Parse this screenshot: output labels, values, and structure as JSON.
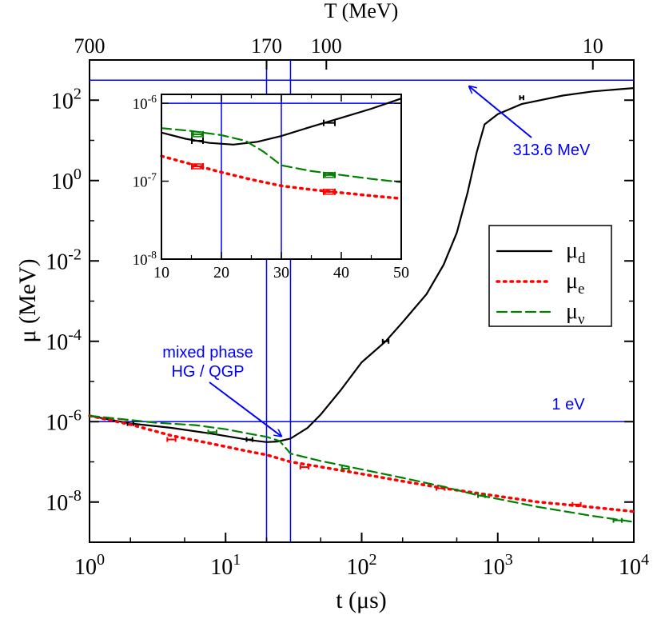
{
  "chart_data": [
    {
      "type": "line",
      "xlabel": "t (μs)",
      "ylabel": "μ (MeV)",
      "top_axis_label": "T (MeV)",
      "x_scale": "log",
      "y_scale": "log",
      "xlim": [
        1,
        10000
      ],
      "ylim": [
        1e-09,
        1000
      ],
      "grid": false,
      "legend_position": "right-middle",
      "x_ticks": [
        {
          "v": 1,
          "b": "10",
          "e": "0"
        },
        {
          "v": 10,
          "b": "10",
          "e": "1"
        },
        {
          "v": 100,
          "b": "10",
          "e": "2"
        },
        {
          "v": 1000,
          "b": "10",
          "e": "3"
        },
        {
          "v": 10000,
          "b": "10",
          "e": "4"
        }
      ],
      "y_ticks": [
        {
          "v": 1e-08,
          "b": "10",
          "e": "-8"
        },
        {
          "v": 1e-06,
          "b": "10",
          "e": "-6"
        },
        {
          "v": 0.0001,
          "b": "10",
          "e": "-4"
        },
        {
          "v": 0.01,
          "b": "10",
          "e": "-2"
        },
        {
          "v": 1,
          "b": "10",
          "e": "0"
        },
        {
          "v": 100,
          "b": "10",
          "e": "2"
        }
      ],
      "top_ticks": [
        {
          "label": "700",
          "t": 1
        },
        {
          "label": "170",
          "t": 20
        },
        {
          "label": "100",
          "t": 55
        },
        {
          "label": "10",
          "t": 5000
        }
      ],
      "reference_lines": [
        {
          "orientation": "horizontal",
          "value": 313.6,
          "label": "313.6 MeV"
        },
        {
          "orientation": "horizontal",
          "value": 1e-06,
          "label": "1 eV"
        },
        {
          "orientation": "vertical",
          "value": 20
        },
        {
          "orientation": "vertical",
          "value": 30
        }
      ],
      "annotations": [
        {
          "text_lines": [
            "mixed phase",
            "HG / QGP"
          ],
          "points_to": {
            "x": 25,
            "y": 3.3e-07
          }
        },
        {
          "text_lines": [
            "313.6 MeV"
          ],
          "points_to": {
            "x": 300,
            "y": 300
          }
        },
        {
          "text_lines": [
            "1 eV"
          ]
        }
      ],
      "series": [
        {
          "name": "μd",
          "legend_base": "μ",
          "legend_sub": "d",
          "color": "#000000",
          "style": "solid",
          "points": [
            [
              1,
              1.4e-06
            ],
            [
              2,
              9e-07
            ],
            [
              4,
              7e-07
            ],
            [
              8,
              5e-07
            ],
            [
              15,
              3.5e-07
            ],
            [
              20,
              3.1e-07
            ],
            [
              24,
              3.2e-07
            ],
            [
              30,
              3.8e-07
            ],
            [
              40,
              7e-07
            ],
            [
              50,
              1.5e-06
            ],
            [
              70,
              6e-06
            ],
            [
              100,
              3e-05
            ],
            [
              150,
              0.0001
            ],
            [
              200,
              0.0003
            ],
            [
              300,
              0.0015
            ],
            [
              400,
              0.008
            ],
            [
              500,
              0.05
            ],
            [
              600,
              0.5
            ],
            [
              700,
              5
            ],
            [
              800,
              25
            ],
            [
              1000,
              45
            ],
            [
              1500,
              80
            ],
            [
              3000,
              130
            ],
            [
              5000,
              165
            ],
            [
              10000,
              200
            ]
          ],
          "error_bars": [
            [
              2,
              9e-07,
              0.05
            ],
            [
              15,
              3.6e-07,
              0.05
            ],
            [
              150,
              0.0001,
              0.05
            ],
            [
              1500,
              115,
              0.03
            ]
          ]
        },
        {
          "name": "μe",
          "legend_base": "μ",
          "legend_sub": "e",
          "color": "#ff0000",
          "style": "dotted",
          "points": [
            [
              1,
              1.4e-06
            ],
            [
              2,
              8.5e-07
            ],
            [
              4,
              4.5e-07
            ],
            [
              8,
              2.8e-07
            ],
            [
              15,
              1.8e-07
            ],
            [
              20,
              1.5e-07
            ],
            [
              30,
              1e-07
            ],
            [
              50,
              7.5e-08
            ],
            [
              100,
              5e-08
            ],
            [
              200,
              3.3e-08
            ],
            [
              400,
              2.2e-08
            ],
            [
              1000,
              1.4e-08
            ],
            [
              2000,
              1e-08
            ],
            [
              4000,
              8e-09
            ],
            [
              10000,
              5.8e-09
            ]
          ],
          "error_bars": [
            [
              4,
              3.6e-07,
              0.07
            ],
            [
              38,
              7.4e-08,
              0.07
            ],
            [
              380,
              2.2e-08,
              0.07
            ],
            [
              3800,
              8.7e-09,
              0.07
            ]
          ]
        },
        {
          "name": "μν",
          "legend_base": "μ",
          "legend_sub": "ν",
          "color": "#008000",
          "style": "dashed",
          "points": [
            [
              1,
              1.4e-06
            ],
            [
              3,
              9.5e-07
            ],
            [
              6,
              8.2e-07
            ],
            [
              10,
              6.5e-07
            ],
            [
              15,
              5e-07
            ],
            [
              20,
              4.2e-07
            ],
            [
              25,
              3.3e-07
            ],
            [
              30,
              1.6e-07
            ],
            [
              50,
              1.05e-07
            ],
            [
              100,
              6.5e-08
            ],
            [
              200,
              4e-08
            ],
            [
              400,
              2.4e-08
            ],
            [
              700,
              1.5e-08
            ],
            [
              1000,
              1.2e-08
            ],
            [
              2000,
              7.5e-09
            ],
            [
              5000,
              4.5e-09
            ],
            [
              10000,
              3.2e-09
            ]
          ],
          "error_bars": [
            [
              8,
              5.5e-07,
              0.07
            ],
            [
              76,
              6.8e-08,
              0.06
            ],
            [
              760,
              1.45e-08,
              0.06
            ],
            [
              7600,
              3.5e-09,
              0.07
            ]
          ]
        }
      ]
    },
    {
      "type": "line",
      "role": "inset",
      "x_scale": "linear",
      "y_scale": "log",
      "xlim": [
        10,
        50
      ],
      "ylim": [
        1e-08,
        1.3e-06
      ],
      "x_ticks": [
        10,
        20,
        30,
        40,
        50
      ],
      "y_ticks": [
        {
          "v": 1e-08,
          "b": "10",
          "e": "-8"
        },
        {
          "v": 1e-07,
          "b": "10",
          "e": "-7"
        },
        {
          "v": 1e-06,
          "b": "10",
          "e": "-6"
        }
      ],
      "reference_lines": [
        {
          "orientation": "horizontal",
          "value": 1e-06
        },
        {
          "orientation": "vertical",
          "value": 20
        },
        {
          "orientation": "vertical",
          "value": 30
        }
      ],
      "series": [
        {
          "name": "μd",
          "color": "#000000",
          "style": "solid",
          "points": [
            [
              10,
              4.2e-07
            ],
            [
              14,
              3.5e-07
            ],
            [
              18,
              3.1e-07
            ],
            [
              22,
              2.95e-07
            ],
            [
              26,
              3.2e-07
            ],
            [
              30,
              3.8e-07
            ],
            [
              35,
              5e-07
            ],
            [
              40,
              6.5e-07
            ],
            [
              45,
              8.5e-07
            ],
            [
              50,
              1.15e-06
            ]
          ],
          "error_bars": [
            [
              16,
              3.3e-07,
              0.06
            ],
            [
              38,
              5.6e-07,
              0.06
            ]
          ]
        },
        {
          "name": "μe",
          "color": "#ff0000",
          "style": "dotted",
          "points": [
            [
              10,
              2.1e-07
            ],
            [
              15,
              1.65e-07
            ],
            [
              20,
              1.3e-07
            ],
            [
              25,
              1.05e-07
            ],
            [
              30,
              8.7e-08
            ],
            [
              35,
              7.8e-08
            ],
            [
              40,
              7.1e-08
            ],
            [
              45,
              6.5e-08
            ],
            [
              50,
              6e-08
            ]
          ],
          "error_bars": [
            [
              16,
              1.55e-07,
              0.06
            ],
            [
              38,
              7.3e-08,
              0.06
            ]
          ]
        },
        {
          "name": "μν",
          "color": "#008000",
          "style": "dashed",
          "points": [
            [
              10,
              4.8e-07
            ],
            [
              15,
              4.4e-07
            ],
            [
              20,
              3.9e-07
            ],
            [
              24,
              3.3e-07
            ],
            [
              27,
              2.4e-07
            ],
            [
              30,
              1.6e-07
            ],
            [
              35,
              1.35e-07
            ],
            [
              40,
              1.2e-07
            ],
            [
              45,
              1.07e-07
            ],
            [
              50,
              9.7e-08
            ]
          ],
          "error_bars": [
            [
              16,
              4e-07,
              0.06
            ],
            [
              38,
              1.2e-07,
              0.06
            ]
          ]
        }
      ]
    }
  ]
}
